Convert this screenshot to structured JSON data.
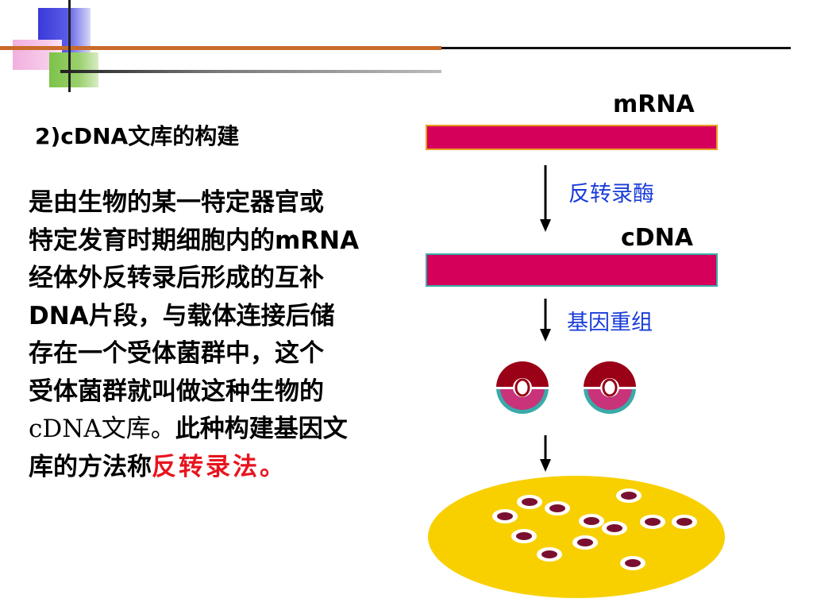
{
  "slide": {
    "subtitle": "2)cDNA文库的构建",
    "body_lines": [
      {
        "text": "是由生物的某一特定器官或"
      },
      {
        "text": "特定发育时期细胞内的mRNA"
      },
      {
        "text": "经体外反转录后形成的互补"
      },
      {
        "text": "DNA片段，与载体连接后储"
      },
      {
        "text": "存在一个受体菌群中，这个"
      },
      {
        "text": "受体菌群就叫做这种生物的"
      },
      {
        "a": "cDNA文库。",
        "b": "此种构建基因文"
      },
      {
        "a": "库的方法称",
        "b": "反转录法。"
      }
    ]
  },
  "diagram": {
    "mrna_label": "mRNA",
    "cdna_label": "cDNA",
    "step1_label": "反转录酶",
    "step2_label": "基因重组",
    "colors": {
      "strand": "#d4005a",
      "strand_border_mrna": "#e8a020",
      "strand_border_cdna": "#3aaaa8",
      "plasmid_outer": "#9a0016",
      "plasmid_top": "#c8337a",
      "plasmid_teal": "#3aaaa8",
      "dish": "#f8d000",
      "colony": "#7a1030"
    }
  }
}
